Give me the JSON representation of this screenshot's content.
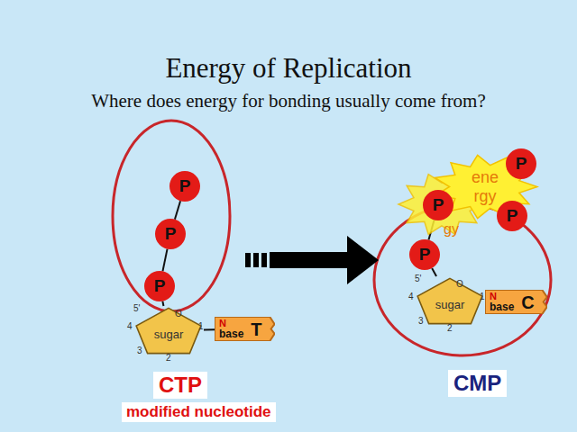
{
  "diagram": {
    "title": "Energy of Replication",
    "nodes": [
      {
        "text": [
          "P"
        ]
      },
      {
        "text": [
          "P"
        ]
      },
      {
        "text": [
          "P"
        ]
      },
      {
        "text": [
          "sugar"
        ]
      },
      {
        "text": [
          "N",
          "base",
          "T"
        ]
      },
      {
        "text": [
          "gy"
        ]
      },
      {
        "text": [
          "ene rgy"
        ]
      },
      {
        "text": [
          "P"
        ]
      },
      {
        "text": [
          "P"
        ]
      },
      {
        "text": [
          "P"
        ]
      },
      {
        "text": [
          "P"
        ]
      },
      {
        "text": [
          "sugar"
        ]
      },
      {
        "text": [
          "N",
          "base",
          "C"
        ]
      }
    ],
    "edges": [
      {
        "from": 0,
        "to": 1,
        "arrow": "none"
      },
      {
        "from": 1,
        "to": 2,
        "arrow": "none"
      },
      {
        "from": 2,
        "to": 3,
        "arrow": "none"
      },
      {
        "from": 3,
        "to": 4,
        "arrow": "none"
      },
      {
        "from": 7,
        "to": 9,
        "arrow": "none"
      },
      {
        "from": 8,
        "to": 10,
        "arrow": "none"
      },
      {
        "from": 10,
        "to": 11,
        "arrow": "none"
      },
      {
        "from": 11,
        "to": 12,
        "arrow": "none"
      }
    ],
    "labels": [
      "Where does energy for bonding usually come from?",
      "CTP",
      "modified nucleotide",
      "CMP",
      "5'",
      "O",
      "4",
      "3",
      "2",
      "1",
      "5'",
      "O",
      "4",
      "3",
      "2",
      "1"
    ]
  }
}
